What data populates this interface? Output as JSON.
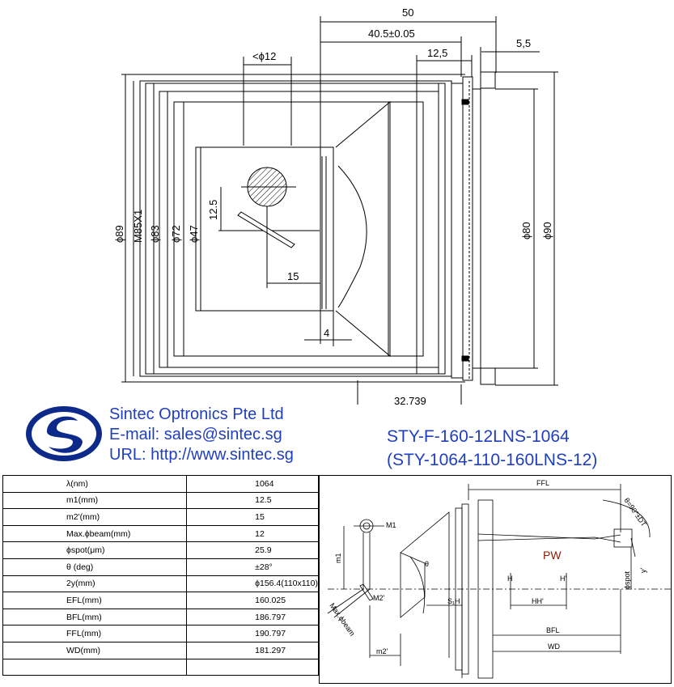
{
  "drawing": {
    "dims": {
      "d50": "50",
      "d40_5": "40.5±0.05",
      "d12_5_top": "12,5",
      "d5_5": "5,5",
      "phi12": "<ϕ12",
      "phi89": "ϕ89",
      "m85": "M85X1",
      "phi83": "ϕ83",
      "phi72": "ϕ72",
      "phi47": "ϕ47",
      "d12_5_side": "12.5",
      "d15": "15",
      "d4": "4",
      "d32_739": "32,739",
      "phi80": "ϕ80",
      "phi90": "ϕ90"
    }
  },
  "company": {
    "name": "Sintec Optronics Pte Ltd",
    "email": "E-mail: sales@sintec.sg",
    "url": "URL: http://www.sintec.sg"
  },
  "model": {
    "line1": "STY-F-160-12LNS-1064",
    "line2": "(STY-1064-110-160LNS-12)"
  },
  "spec_table": [
    {
      "param": "λ(nm)",
      "value": "1064"
    },
    {
      "param": "m1(mm)",
      "value": "12.5"
    },
    {
      "param": "m2'(mm)",
      "value": "15"
    },
    {
      "param": "Max.ϕbeam(mm)",
      "value": "12"
    },
    {
      "param": "ϕspot(μm)",
      "value": "25.9"
    },
    {
      "param": "θ (deg)",
      "value": "±28°"
    },
    {
      "param": "2y(mm)",
      "value": "ϕ156.4(110x110)"
    },
    {
      "param": "EFL(mm)",
      "value": "160.025"
    },
    {
      "param": "BFL(mm)",
      "value": "186.797"
    },
    {
      "param": "FFL(mm)",
      "value": "190.797"
    },
    {
      "param": "WD(mm)",
      "value": "181.297"
    },
    {
      "param": "",
      "value": ""
    }
  ],
  "schematic": {
    "ffl": "FFL",
    "theta_dt": "θ=90°±DT",
    "m1": "M1",
    "m1_dim": "m1",
    "theta": "θ",
    "pw": "PW",
    "h": "H",
    "h_prime": "H'",
    "phi_spot": "ϕspot",
    "y_prime": "y'",
    "m2_prime": "M2'",
    "s1h": "S₁H",
    "hh_prime": "HH'",
    "max_beam": "Max.ϕbeam",
    "bfl": "BFL",
    "wd": "WD",
    "m2_dim": "m2'"
  },
  "colors": {
    "brand_blue": "#1f3fbf",
    "logo_dark": "#0d2a8a",
    "pw_red": "#8b1a00"
  }
}
